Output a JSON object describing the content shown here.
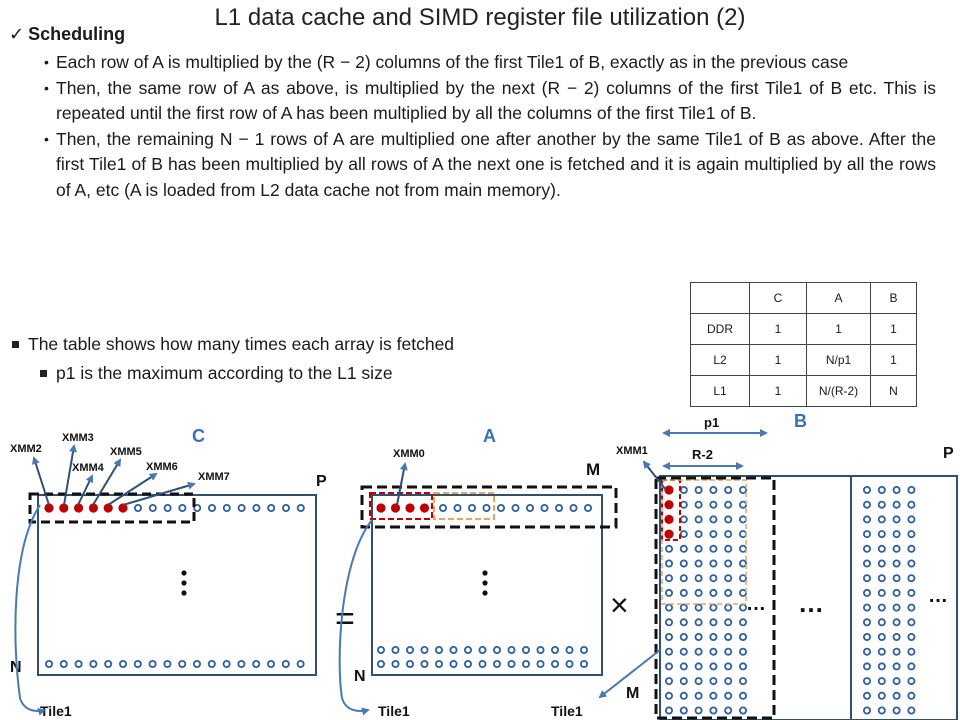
{
  "title": "L1 data cache and SIMD register file utilization (2)",
  "scheduling": {
    "heading": "Scheduling",
    "bullets": [
      "Each row of A is multiplied by the (R − 2) columns of the first Tile1 of B, exactly as in the previous case",
      "Then, the same row of A as above, is multiplied by the next (R − 2) columns of the first Tile1 of B etc. This is repeated until the first row of A has been multiplied by all the columns of the first Tile1 of B.",
      "Then, the remaining N − 1 rows of A are multiplied one after another by the same Tile1 of B as above. After the first Tile1 of B has been multiplied by all rows of A the next one is fetched and it is again multiplied by all the rows of A, etc (A is loaded from L2 data cache not from main memory)."
    ]
  },
  "notes": {
    "table_note": "The table shows how many times each array is fetched",
    "p1_note": "p1 is the maximum according to the L1 size"
  },
  "fetch_table": {
    "headers": [
      "",
      "C",
      "A",
      "B"
    ],
    "rows": [
      [
        "DDR",
        "1",
        "1",
        "1"
      ],
      [
        "L2",
        "1",
        "N/p1",
        "1"
      ],
      [
        "L1",
        "1",
        "N/(R-2)",
        "N"
      ]
    ]
  },
  "diagram": {
    "matrix_c": {
      "name": "C",
      "col_label": "P",
      "row_label": "N",
      "tile_label": "Tile1",
      "registers": [
        "XMM2",
        "XMM3",
        "XMM4",
        "XMM5",
        "XMM6",
        "XMM7"
      ]
    },
    "matrix_a": {
      "name": "A",
      "col_label": "M",
      "row_label": "N",
      "tile_label": "Tile1",
      "register": "XMM0"
    },
    "matrix_b": {
      "name": "B",
      "col_label": "P",
      "row_label": "M",
      "tile_label": "Tile1",
      "register": "XMM1",
      "p1_label": "p1",
      "r2_label": "R-2"
    },
    "equals_sign": "=",
    "times_sign": "×",
    "ellipsis": "…",
    "colors": {
      "frame": "#2f5071",
      "dot": "#2f5f9e",
      "accent_red": "#c00000",
      "accent_orange": "#f0a060",
      "arrow": "#4a78b0",
      "label_blue": "#3a70b8"
    }
  }
}
